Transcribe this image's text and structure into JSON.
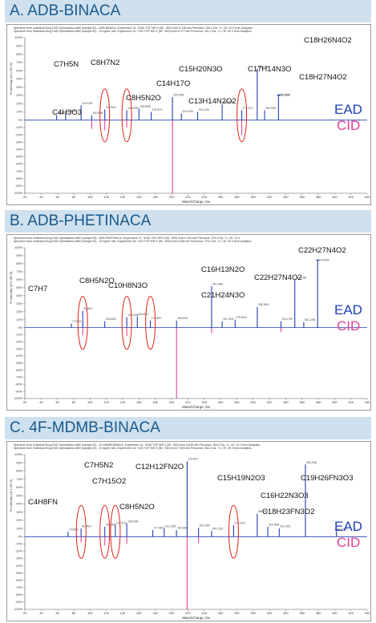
{
  "legend": {
    "ead": "EAD",
    "cid": "CID",
    "ead_color": "#1f3fb0",
    "cid_color": "#e0409a"
  },
  "chart_data": [
    {
      "type": "bar",
      "panel_title": "A. ADB-BINACA",
      "header": [
        "Spectrum from Individual Drug EAD Optimization.wiff2 (sample 62) - ADB-BINACA, Experiment 13, +EAD TOF MS^2 (50 - 500) from 6.138 min Precursor: 331.2 Da, +1, CE: 10 0 from Analytics",
        "Spectrum from Individual Drug EAD Optimization.wiff2 (sample 62) - 10 ng/mL Mix, Experiment 14, +CID TOF MS^2 (50 - 500) from 6.077 min Precursor: 331.2 Da, +1, CE: 30 0 from Analytics"
      ],
      "xlabel": "Mass/Charge, Da",
      "ylabel": "% Intensity (of 1.5E+5)",
      "xlim": [
        20,
        440
      ],
      "xticks": [
        20,
        40,
        60,
        80,
        100,
        120,
        140,
        160,
        180,
        200,
        220,
        240,
        260,
        280,
        300,
        320,
        340,
        360,
        380,
        400,
        420,
        440
      ],
      "ylim": [
        -100,
        100
      ],
      "yticks": [
        100,
        90,
        80,
        70,
        60,
        50,
        40,
        30,
        20,
        10,
        0,
        -10,
        -20,
        -30,
        -40,
        -50,
        -60,
        -70,
        -80,
        -90,
        -100
      ],
      "series": [
        {
          "name": "EAD",
          "x": [
            59.0,
            70.0,
            89.0,
            102.0,
            118.07,
            145.04,
            160.0,
            175.0,
            201.1,
            212.0,
            232.0,
            262.1,
            286.1,
            305.1,
            314.17,
            331.2
          ],
          "y": [
            6,
            8,
            18,
            6,
            13,
            12,
            14,
            10,
            28,
            8,
            10,
            19,
            12,
            62,
            12,
            28
          ]
        },
        {
          "name": "CID",
          "x": [
            102.05,
            118.07,
            145.04,
            201.1,
            286.16
          ],
          "y": [
            -12,
            -14,
            -10,
            -100,
            -20
          ]
        }
      ],
      "peak_labels": [
        "93.0371",
        "90.0553",
        "102.0226",
        "118.0659",
        "126.0510",
        "145.0399",
        "158.0658",
        "175.0071",
        "201.0653",
        "216.1209",
        "233.1155",
        "262.0875",
        "277.1172",
        "285.1522",
        "305.1560",
        "314.1651",
        "331.2000"
      ],
      "formulas": [
        "C7H5N",
        "C8H7N2",
        "C4H3O3",
        "C14H17O",
        "C8H5N2O",
        "C15H20N3O",
        "C13H14N2O2",
        "C17H14N3O",
        "C18H26N4O2",
        "C18H27N4O2"
      ],
      "circled_mz": [
        118.07,
        145.04,
        286.16
      ]
    },
    {
      "type": "bar",
      "panel_title": "B. ADB-PHETINACA",
      "header": [
        "Spectrum from Individual Drug EAD Optimization.wiff2 (sample 63) - ADB-PHETINACA, Experiment 17, +EAD TOF MS^2 (50 - 500) from 6.304 min Precursor: 379.2 Da, +1, CE: 10 0",
        "Spectrum from Individual Drug EAD Optimization.wiff2 (sample 63) - 10 ng/mL Mix, Experiment 18, +CID TOF MS^2 (50 - 500) from 6.254 min Precursor: 379.2 Da, +1, CE: 30 0 from Analytics"
      ],
      "xlabel": "Mass/Charge, Da",
      "ylabel": "% Intensity (of 6.4E+5)",
      "xlim": [
        20,
        440
      ],
      "xticks": [
        20,
        40,
        60,
        80,
        100,
        120,
        140,
        160,
        180,
        200,
        220,
        240,
        260,
        280,
        300,
        320,
        340,
        360,
        380,
        400,
        420,
        440
      ],
      "ylim": [
        -100,
        100
      ],
      "yticks": [
        100,
        90,
        80,
        70,
        60,
        50,
        40,
        30,
        20,
        10,
        0,
        -10,
        -20,
        -30,
        -40,
        -50,
        -60,
        -70,
        -80,
        -90,
        -100
      ],
      "series": [
        {
          "name": "EAD",
          "x": [
            77.0,
            91.05,
            118.07,
            145.04,
            158.0,
            174.0,
            206.1,
            249.1,
            262.1,
            278.0,
            305.2,
            334.2,
            351.2,
            362.2,
            379.2
          ],
          "y": [
            5,
            21,
            8,
            13,
            14,
            9,
            9,
            52,
            8,
            10,
            26,
            8,
            60,
            7,
            82
          ]
        },
        {
          "name": "CID",
          "x": [
            91.05,
            145.04,
            206.1,
            249.1,
            334.2
          ],
          "y": [
            -11,
            -12,
            -100,
            -8,
            -6
          ]
        }
      ],
      "peak_labels": [
        "77.0591",
        "91.0547",
        "118.0606",
        "145.0445",
        "160.0627",
        "174.0607",
        "206.0637",
        "249.1050",
        "261.1042",
        "278.1804",
        "305.1818",
        "334.1769",
        "351.2038",
        "362.1796",
        "379.2064"
      ],
      "formulas": [
        "C16H13N2O",
        "C22H27N4O2",
        "C22H27N4O2",
        "C7H7",
        "C8H5N2O",
        "C10H8N3O",
        "C21H24N3O"
      ],
      "circled_mz": [
        91.05,
        145.04,
        174.06
      ]
    },
    {
      "type": "bar",
      "panel_title": "C. 4F-MDMB-BINACA",
      "header": [
        "Spectrum from Individual Drug EAD Optimization.wiff2 (sample 62) - 4F-MDMB-BINACA, Experiment 15, +EAD TOF MS^2 (50 - 500) from 6.608 min Precursor: 364.2 Da, +1, CE: 10 0 from Analytics",
        "Spectrum from Individual Drug EAD Optimization.wiff2 (sample 62) - 10 ng/mL Mix, Experiment 16, +CID TOF MS^2 (50 - 500) from 7.003 min Precursor: 364.2 Da, +1, CE: 30 0 from Analytics"
      ],
      "xlabel": "Mass/Charge, Da",
      "ylabel": "% Intensity (of 1.0E+5)",
      "xlim": [
        20,
        440
      ],
      "xticks": [
        20,
        40,
        60,
        80,
        100,
        120,
        140,
        160,
        180,
        200,
        220,
        240,
        260,
        280,
        300,
        320,
        340,
        360,
        380,
        400,
        420,
        440
      ],
      "ylim": [
        -100,
        100
      ],
      "yticks": [
        100,
        90,
        80,
        70,
        60,
        50,
        40,
        30,
        20,
        10,
        0,
        -10,
        -20,
        -30,
        -40,
        -50,
        -60,
        -70,
        -80,
        -90,
        -100
      ],
      "series": [
        {
          "name": "EAD",
          "x": [
            73.0,
            89.0,
            118.07,
            131.0,
            145.04,
            177.0,
            191.0,
            206.0,
            219.1,
            233.1,
            249.1,
            276.1,
            305.1,
            318.1,
            332.1,
            364.2,
            402.3
          ],
          "y": [
            6,
            10,
            12,
            14,
            16,
            8,
            10,
            8,
            92,
            11,
            7,
            14,
            28,
            12,
            10,
            88,
            6
          ]
        },
        {
          "name": "CID",
          "x": [
            89.06,
            118.07,
            145.04,
            219.1,
            233.1
          ],
          "y": [
            -8,
            -12,
            -10,
            -100,
            -9
          ]
        }
      ],
      "peak_labels": [
        "73.0646",
        "89.0592",
        "118.0656",
        "131.0731",
        "145.0406",
        "177.0902",
        "191.1536",
        "206.0650",
        "219.0877",
        "233.1084",
        "249.1315",
        "276.1420",
        "305.1400",
        "318.1584",
        "332.1451",
        "364.2006",
        "402.2971"
      ],
      "formulas": [
        "C7H5N2",
        "C4H8FN",
        "C7H15O2",
        "C12H12FN2O",
        "C8H5N2O",
        "C15H19N2O3",
        "C16H22N3O3",
        "C18H23FN3O2",
        "C19H26FN3O3"
      ],
      "circled_mz": [
        89.06,
        118.07,
        131.07,
        276.14
      ]
    }
  ]
}
